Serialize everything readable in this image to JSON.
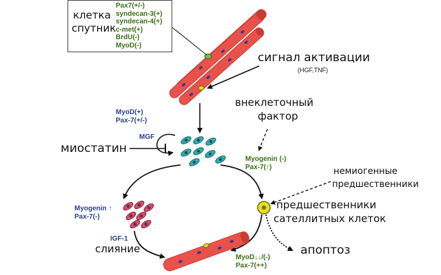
{
  "satellite_cell_box": {
    "label_line1": "клетка",
    "label_line2": "спутник",
    "markers": [
      "Pax7(+/-)",
      "syndecan-3(+)",
      "syndecan-4(+)",
      "c-met(+)",
      "BrdU(-)",
      "MyoD(-)"
    ]
  },
  "activation": {
    "label": "сигнал активации",
    "factors": "(HGF,TNF)"
  },
  "extracellular": {
    "line1": "внеклеточный",
    "line2": "фактор"
  },
  "proliferating": {
    "markers": [
      "MyoD(+)",
      "Pax-7(+/-)"
    ],
    "factor": "MGF",
    "inhibitor": "миостатин"
  },
  "self_renewing": {
    "markers": [
      "Myogenin (-)",
      "Pax-7(↑)"
    ]
  },
  "non_myogenic": {
    "line1": "немиогенные",
    "line2": "предшественники"
  },
  "precursor": {
    "line1": "предшественники",
    "line2": "сателлитных клеток"
  },
  "differentiating": {
    "markers": [
      "Myogenin ↑",
      "Pax-7(-)"
    ]
  },
  "fusion": {
    "factor": "IGF-1",
    "label": "слияние"
  },
  "quiescent_return": {
    "markers": [
      "MyoD↓↓/(-)",
      "Pax-7(++)"
    ]
  },
  "apoptosis": {
    "label": "апоптоз"
  },
  "colors": {
    "fiber": "#e8524a",
    "fiber_dark": "#c93b35",
    "nucleus": "#3c3a8c",
    "cell_teal": "#35a9ab",
    "cell_pink": "#d2506a",
    "cell_yellow": "#e6e020"
  }
}
